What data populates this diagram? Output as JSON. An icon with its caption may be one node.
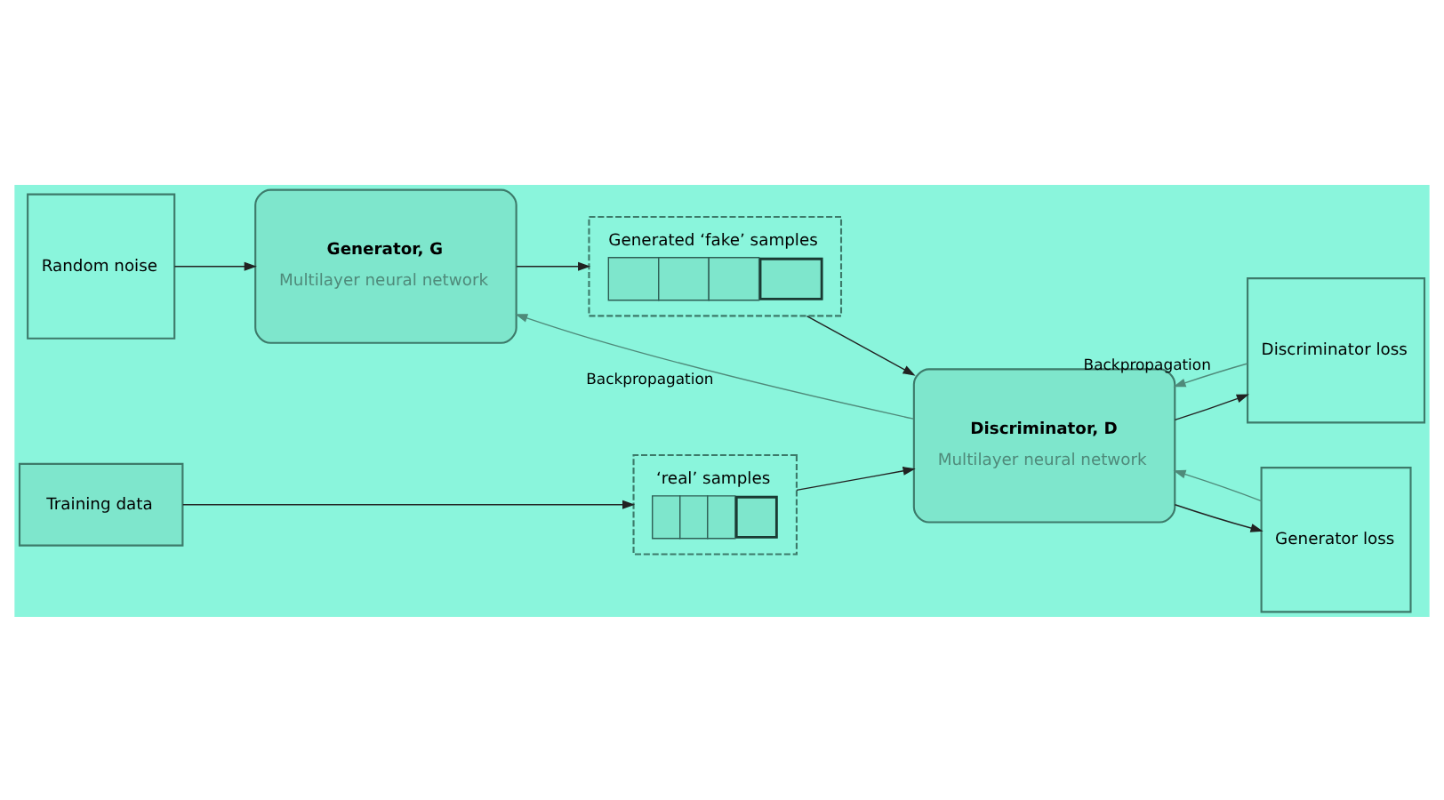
{
  "diagram": {
    "nodes": [
      {
        "text": [
          "Random noise"
        ]
      },
      {
        "text": [
          "Training data"
        ]
      },
      {
        "text": [
          "Generator, G",
          "Multilayer neural network"
        ]
      },
      {
        "text": [
          "‘real’ samples"
        ]
      },
      {
        "text": [
          "Generated ‘fake’ samples"
        ]
      },
      {
        "text": [
          "Discriminator, D",
          "Multilayer neural network"
        ]
      },
      {
        "text": [
          "Discriminator loss"
        ]
      },
      {
        "text": [
          "Generator loss"
        ]
      }
    ],
    "edges": [
      {
        "from": 0,
        "to": 2,
        "arrow": "to"
      },
      {
        "from": 1,
        "to": 3,
        "arrow": "to"
      },
      {
        "from": 2,
        "to": 4,
        "arrow": "to"
      },
      {
        "from": 3,
        "to": 5,
        "arrow": "to"
      },
      {
        "from": 4,
        "to": 5,
        "arrow": "to"
      },
      {
        "from": 5,
        "to": 6,
        "arrow": "to"
      },
      {
        "from": 5,
        "to": 7,
        "arrow": "to"
      },
      {
        "from": 6,
        "to": 5,
        "arrow": "to",
        "label": "Backpropagation",
        "color": "#4f8a7a"
      },
      {
        "from": 7,
        "to": 5,
        "arrow": "to",
        "color": "#4f8a7a"
      },
      {
        "from": 5,
        "to": 2,
        "arrow": "to",
        "label": "Backpropagation",
        "color": "#4f8a7a"
      }
    ]
  }
}
